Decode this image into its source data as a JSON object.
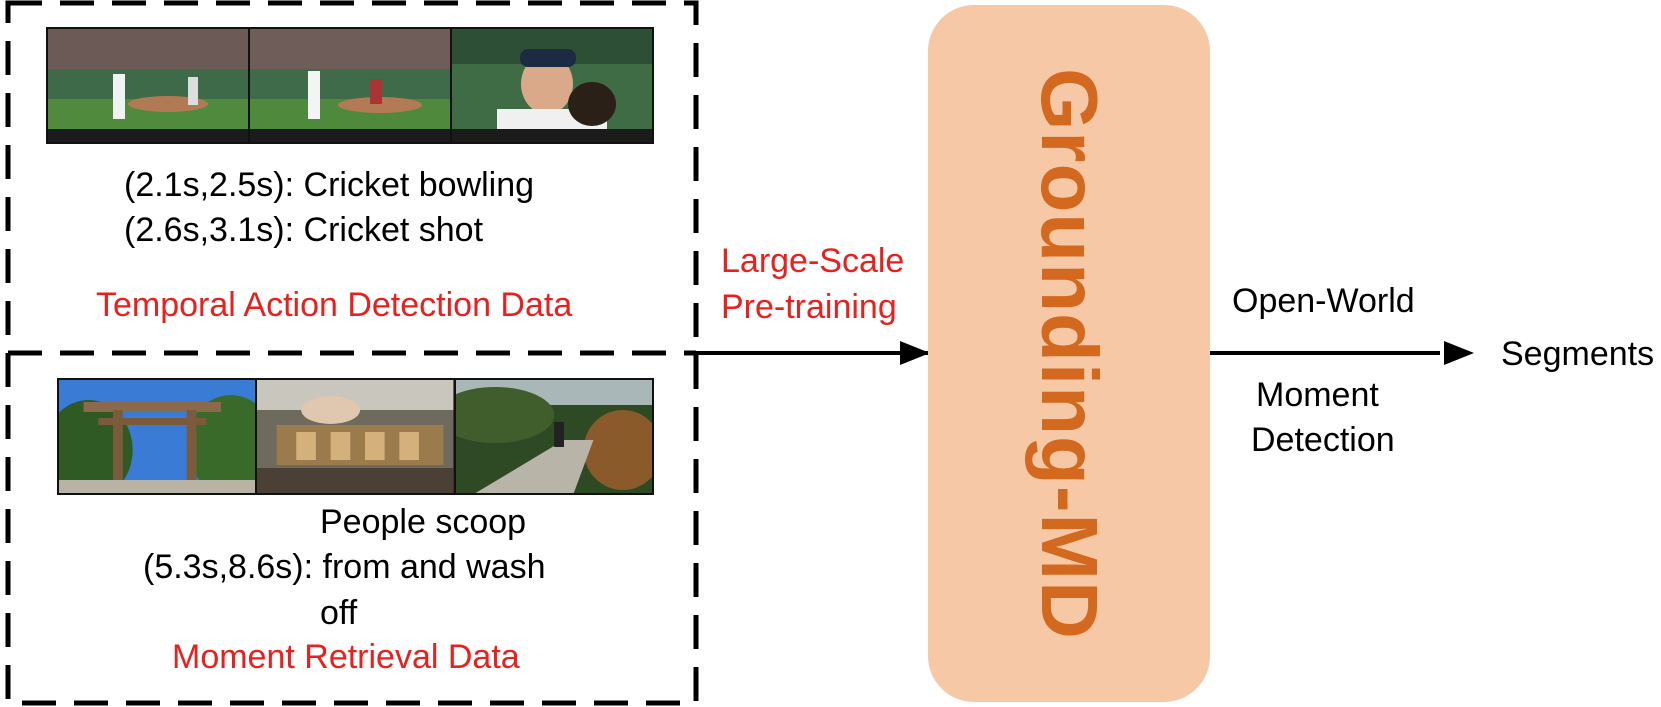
{
  "top_panel": {
    "lines": [
      "(2.1s,2.5s): Cricket bowling",
      "(2.6s,3.1s): Cricket shot"
    ],
    "title": "Temporal Action Detection Data",
    "frames": [
      "baseball-pitch-frame",
      "baseball-pitch-frame",
      "pitcher-closeup-frame"
    ]
  },
  "bottom_panel": {
    "lines": [
      "People scoop",
      "(5.3s,8.6s): from and wash",
      "off"
    ],
    "title": "Moment Retrieval Data",
    "frames": [
      "shrine-gate-frame",
      "water-basin-frame",
      "garden-path-frame"
    ]
  },
  "pretraining": {
    "line1": "Large-Scale",
    "line2": "Pre-training"
  },
  "model": {
    "label": "Grounding-MD"
  },
  "task": {
    "line1": "Open-World",
    "line2": "Moment",
    "line3": "Detection"
  },
  "output": {
    "label": "Segments"
  },
  "colors": {
    "accent_red": "#e8201e",
    "model_fill": "#f7c8a6",
    "model_text": "#d2691e"
  }
}
